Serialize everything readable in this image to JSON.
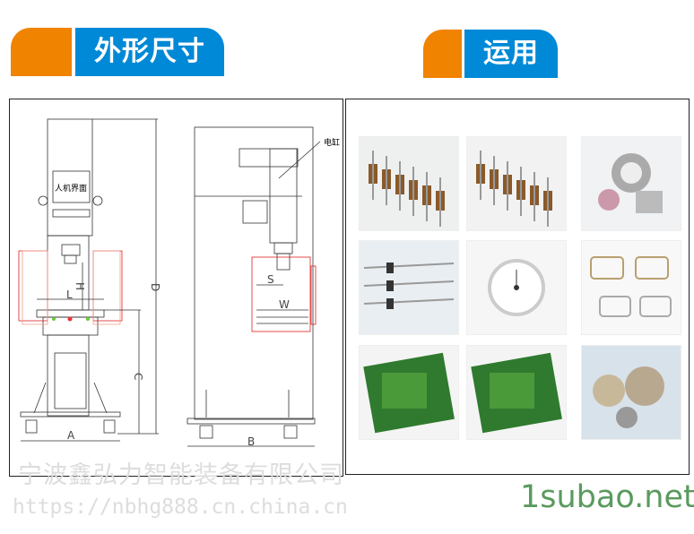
{
  "headers": {
    "dimensions": "外形尺寸",
    "applications": "运用"
  },
  "drawing": {
    "hmi_label": "人机界面",
    "cylinder_label": "电缸",
    "dims": {
      "A": "A",
      "B": "B",
      "C": "C",
      "D": "D",
      "H": "H",
      "L": "L",
      "S": "S",
      "W": "W"
    }
  },
  "applications": [
    {
      "name": "motor-rotors-1",
      "bg": "#eef0f0"
    },
    {
      "name": "motor-rotors-2",
      "bg": "#f2f2f2"
    },
    {
      "name": "bearings-gears",
      "bg": "#f0f2f4"
    },
    {
      "name": "needles",
      "bg": "#e8eef2"
    },
    {
      "name": "wristwatch",
      "bg": "#f6f6f6"
    },
    {
      "name": "eyeglasses",
      "bg": "#f8f8f8"
    },
    {
      "name": "pcb-1",
      "bg": "#f4f4f4"
    },
    {
      "name": "pcb-2",
      "bg": "#f4f4f4"
    },
    {
      "name": "bushings",
      "bg": "#d8e2ea"
    }
  ],
  "watermark": {
    "company": "宁波鑫弘力智能装备有限公司",
    "url": "https://nbhg888.cn.china.cn"
  },
  "site_logo": "1subao.net"
}
